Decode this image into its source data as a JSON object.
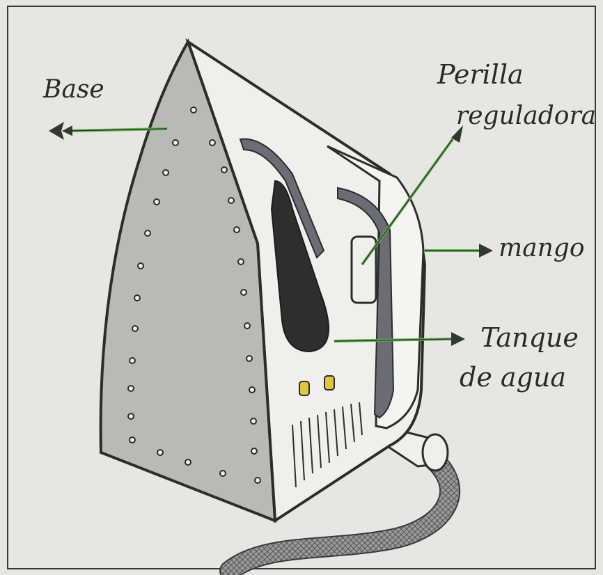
{
  "diagram": {
    "labels": {
      "base": "Base",
      "perilla_line1": "Perilla",
      "perilla_line2": "reguladora",
      "mango": "mango",
      "tanque_line1": "Tanque",
      "tanque_line2": "de agua"
    },
    "colors": {
      "paper": "#e6e6e3",
      "frame": "#3a3a3a",
      "soleplate": "#b9b9b6",
      "body": "#efefec",
      "outline": "#2c2c2c",
      "handle_grip": "#6a6d73",
      "water_tank": "#2e2e2e",
      "buttons": "#e2c53a",
      "arrow_green": "#5fb64a",
      "arrow_dark": "#2f3a2e",
      "cord": "#7a7a7a"
    },
    "icons": {
      "arrow": "arrow-icon"
    }
  }
}
